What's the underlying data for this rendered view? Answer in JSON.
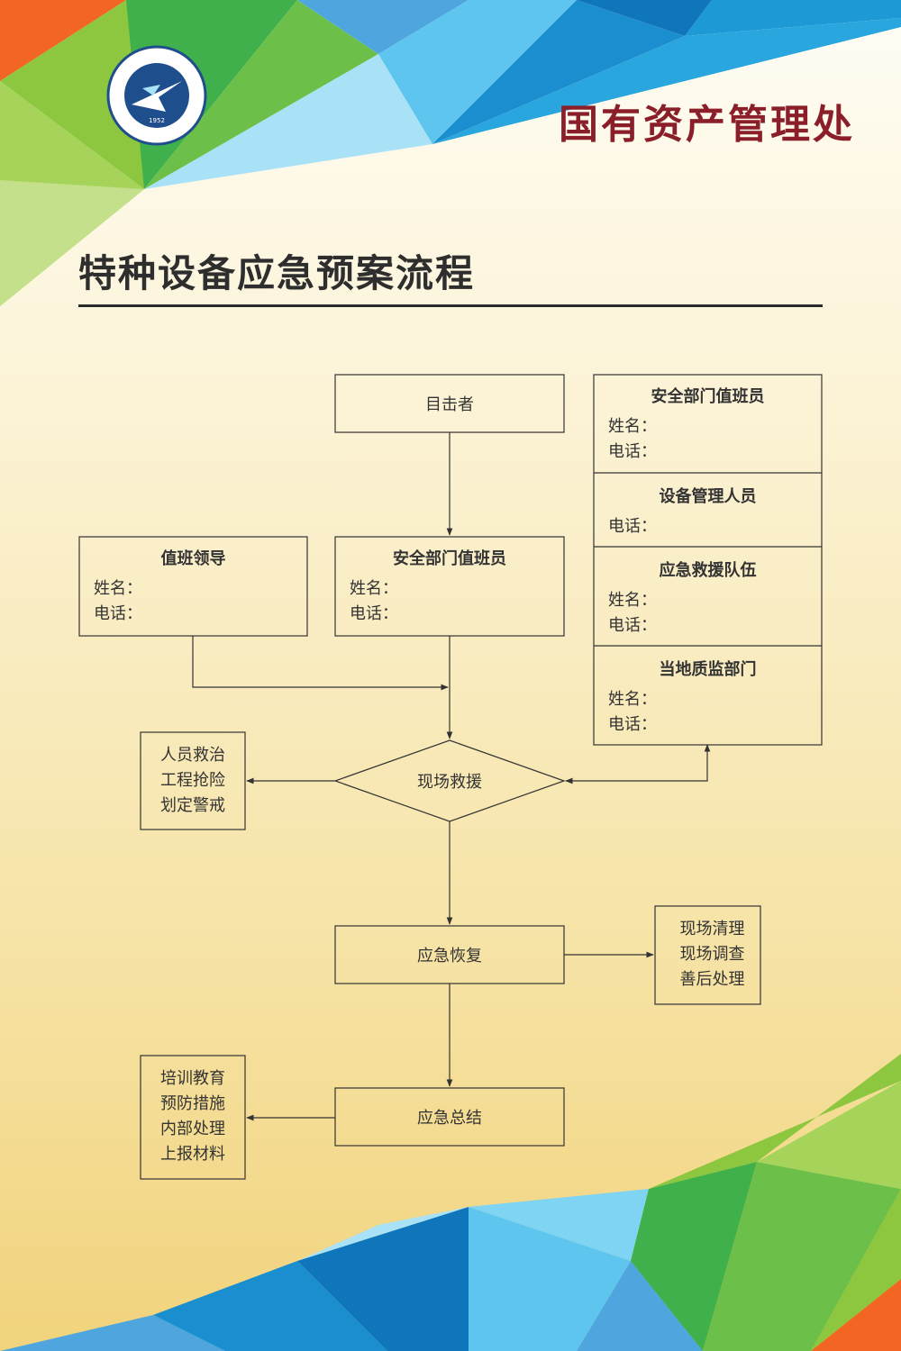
{
  "header": {
    "logo_name": "nanchang-hangkong-university-logo",
    "logo_year": "1952",
    "org_title": "国有资产管理处"
  },
  "page_title": "特种设备应急预案流程",
  "flow": {
    "witness": "目击者",
    "duty_leader": {
      "title": "值班领导",
      "name_label": "姓名：",
      "phone_label": "电话："
    },
    "safety_officer": {
      "title": "安全部门值班员",
      "name_label": "姓名：",
      "phone_label": "电话："
    },
    "rescue": "现场救援",
    "rescue_actions": [
      "人员救治",
      "工程抢险",
      "划定警戒"
    ],
    "recovery": "应急恢复",
    "recovery_actions": [
      "现场清理",
      "现场调查",
      "善后处理"
    ],
    "summary": "应急总结",
    "summary_actions": [
      "培训教育",
      "预防措施",
      "内部处理",
      "上报材料"
    ]
  },
  "contacts": [
    {
      "title": "安全部门值班员",
      "name_label": "姓名：",
      "phone_label": "电话："
    },
    {
      "title": "设备管理人员",
      "phone_label": "电话："
    },
    {
      "title": "应急救援队伍",
      "name_label": "姓名：",
      "phone_label": "电话："
    },
    {
      "title": "当地质监部门",
      "name_label": "姓名：",
      "phone_label": "电话："
    }
  ],
  "colors": {
    "org_title": "#8a1f2a",
    "line": "#333333",
    "green": "#3fb04b",
    "lime": "#8dc63f",
    "blue": "#0f76bc",
    "sky": "#4fc3ef",
    "orange": "#f26522"
  }
}
